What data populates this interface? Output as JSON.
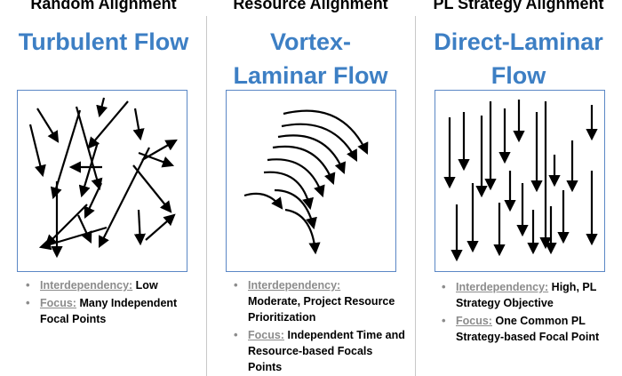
{
  "columns": [
    {
      "heading": "Random Alignment",
      "flow_title": "Turbulent Flow",
      "bullets": [
        {
          "label": "Interdependency:",
          "text": "Low"
        },
        {
          "label": "Focus:",
          "text": "Many Independent Focal Points"
        }
      ]
    },
    {
      "heading": "Resource Alignment",
      "flow_title": "Vortex-Laminar Flow",
      "bullets": [
        {
          "label": "Interdependency:",
          "text": "Moderate, Project Resource Prioritization"
        },
        {
          "label": "Focus:",
          "text": "Independent Time and Resource-based Focals Points"
        }
      ]
    },
    {
      "heading": "PL Strategy Alignment",
      "flow_title": "Direct-Laminar Flow",
      "bullets": [
        {
          "label": "Interdependency:",
          "text": "High, PL Strategy Objective"
        },
        {
          "label": "Focus:",
          "text": "One Common PL Strategy-based Focal Point"
        }
      ]
    }
  ],
  "colors": {
    "title_blue": "#3d7fc4",
    "box_border": "#5b87c5",
    "label_gray": "#8c8c8c",
    "divider": "#c8c8c8"
  }
}
